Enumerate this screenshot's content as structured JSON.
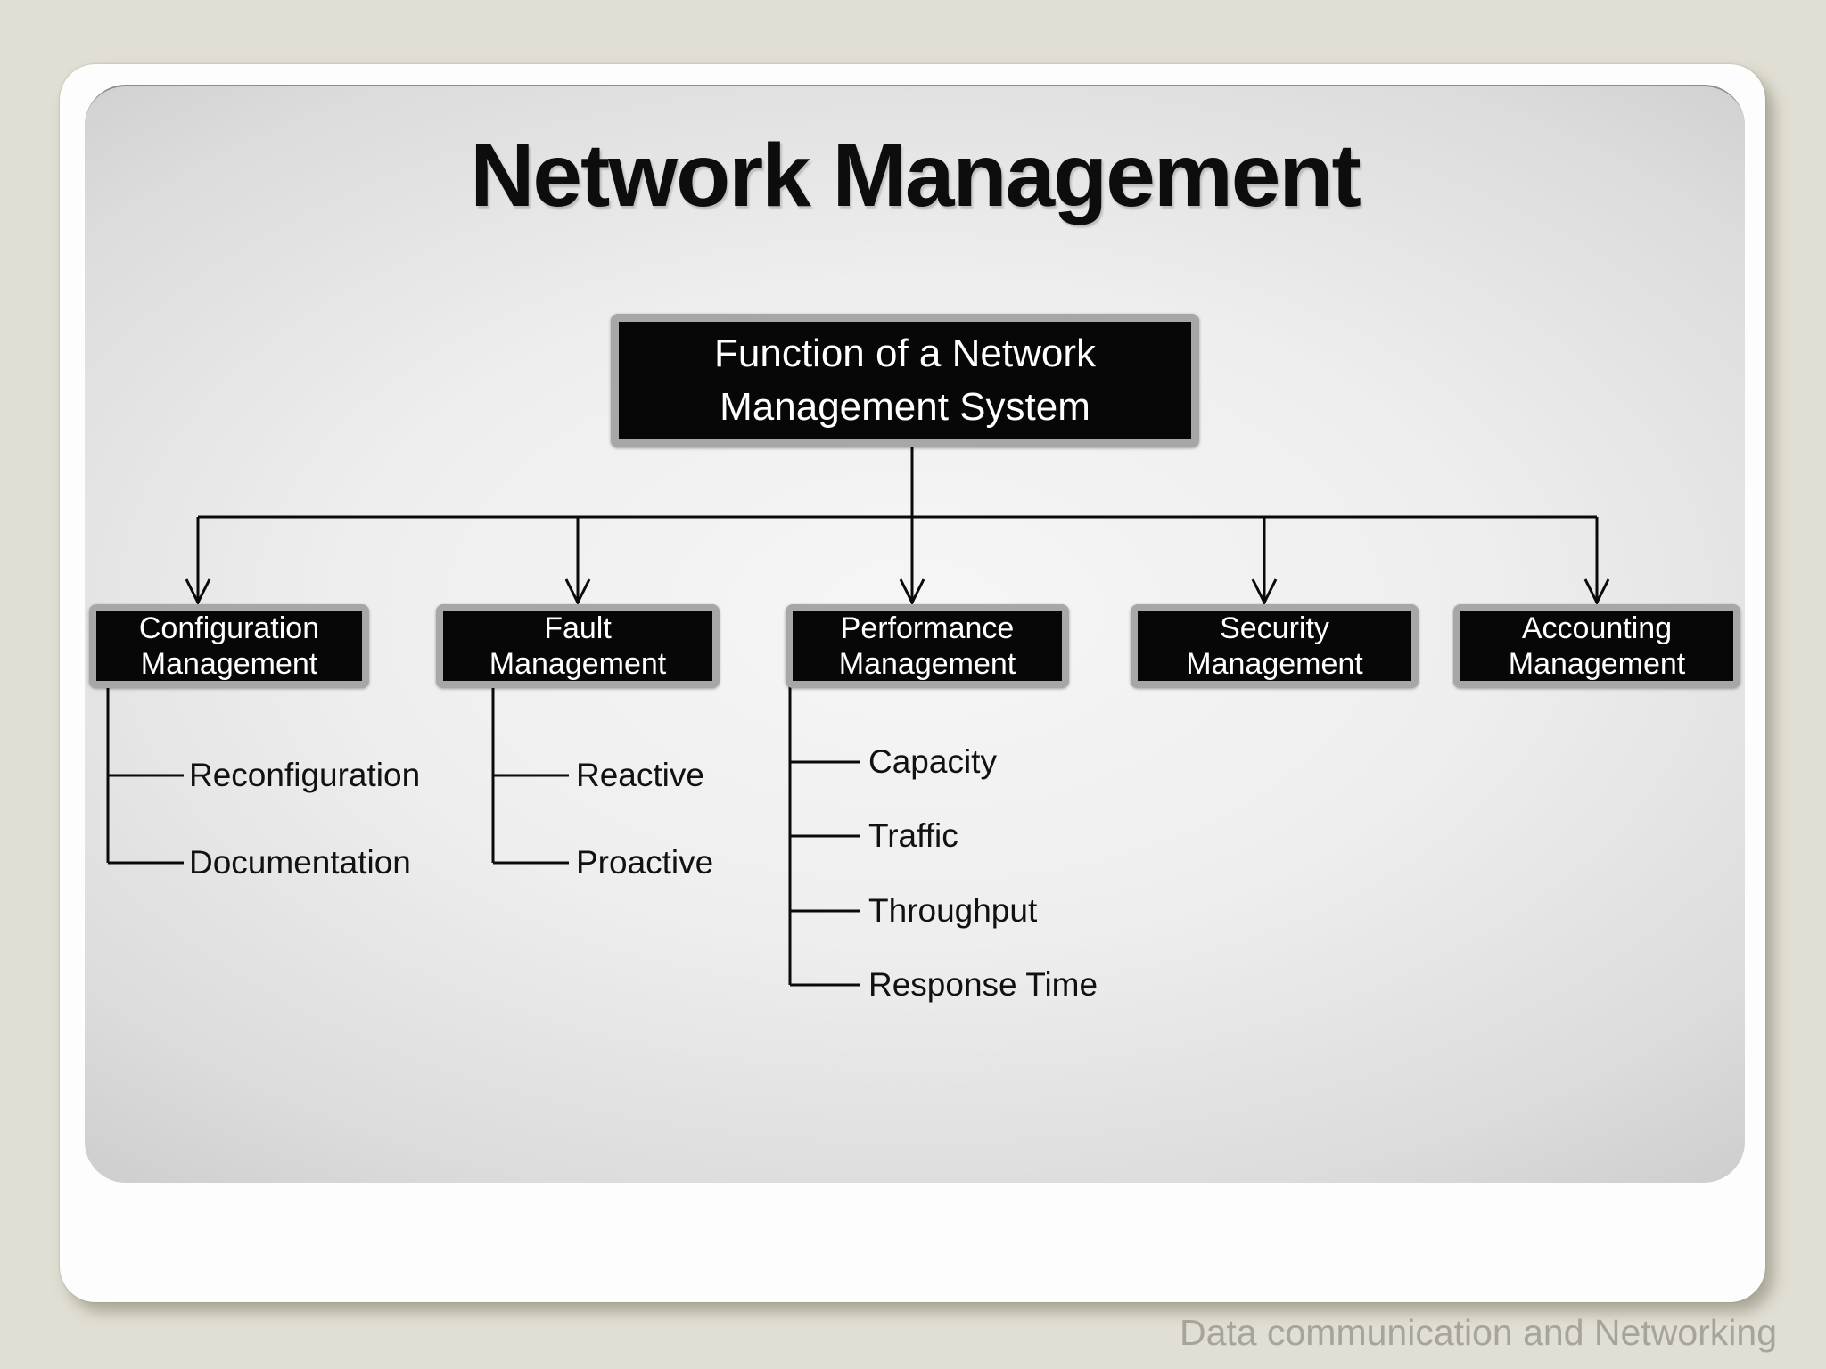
{
  "colors": {
    "page_background": "#e1ded3",
    "slide_background": "#fdfdfd",
    "box_fill": "#070707",
    "box_border": "#a7a7a7",
    "box_text": "#ffffff",
    "connector_line": "#0a0a0a",
    "title_text": "#0d0d0d",
    "footer_text": "#a7a49c"
  },
  "slide": {
    "title": "Network Management",
    "footer": "Data communication and Networking",
    "diagram": {
      "root": {
        "label": "Function of a Network\nManagement System"
      },
      "branches": [
        {
          "label": "Configuration\nManagement",
          "children": [
            "Reconfiguration",
            "Documentation"
          ]
        },
        {
          "label": "Fault\nManagement",
          "children": [
            "Reactive",
            "Proactive"
          ]
        },
        {
          "label": "Performance\nManagement",
          "children": [
            "Capacity",
            "Traffic",
            "Throughput",
            "Response Time"
          ]
        },
        {
          "label": "Security\nManagement",
          "children": []
        },
        {
          "label": "Accounting\nManagement",
          "children": []
        }
      ]
    }
  }
}
